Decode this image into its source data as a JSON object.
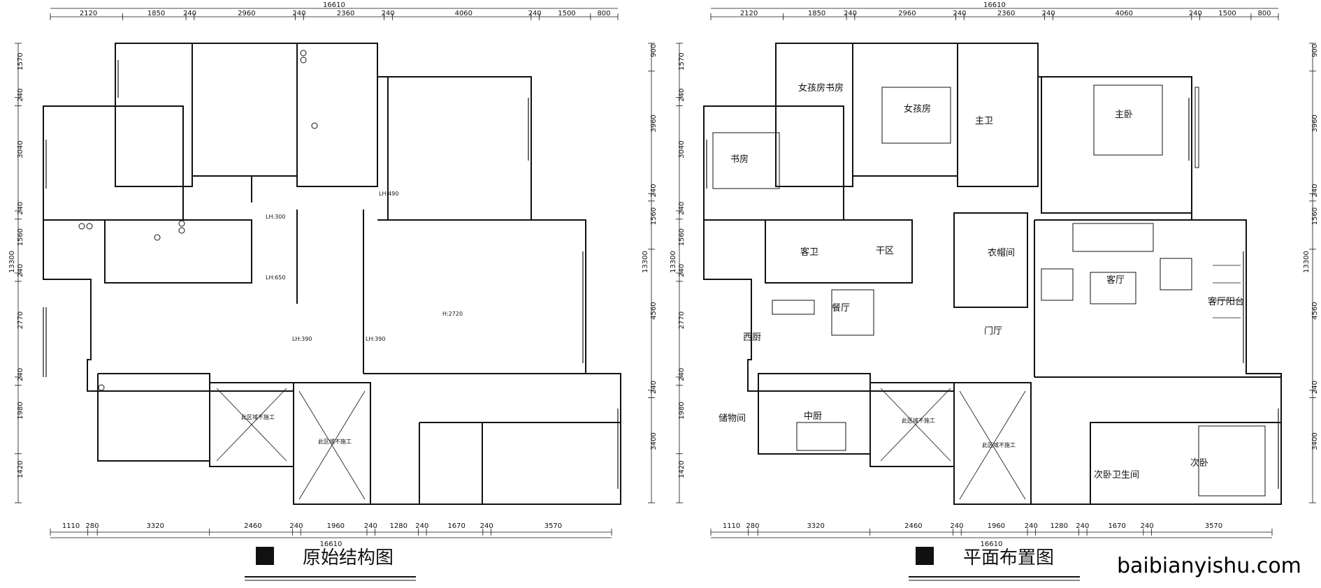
{
  "left_plan": {
    "title": "原始结构图",
    "top_total": "16610",
    "top_dims": [
      "2120",
      "1850",
      "240",
      "2960",
      "240",
      "2360",
      "240",
      "4060",
      "240",
      "1500",
      "800"
    ],
    "bottom_total": "16610",
    "bottom_dims": [
      "1110",
      "280",
      "3320",
      "2460",
      "240",
      "1960",
      "240",
      "1280",
      "240",
      "1670",
      "240",
      "3570"
    ],
    "left_total": "13300",
    "left_dims": [
      "1570",
      "240",
      "3040",
      "240",
      "1560",
      "240",
      "2770",
      "240",
      "1980",
      "1420"
    ],
    "right_total": "13300",
    "right_dims": [
      "900",
      "3960",
      "240",
      "1560",
      "4560",
      "240",
      "3400"
    ],
    "labels": [
      "LH:490",
      "LH:300",
      "LH:650",
      "H:2720",
      "LH:390",
      "LH:390",
      "此区域不施工",
      "此区域不施工"
    ]
  },
  "right_plan": {
    "title": "平面布置图",
    "top_total": "16610",
    "top_dims": [
      "2120",
      "1850",
      "240",
      "2960",
      "240",
      "2360",
      "240",
      "4060",
      "240",
      "1500",
      "800"
    ],
    "bottom_total": "16610",
    "bottom_dims": [
      "1110",
      "280",
      "3320",
      "2460",
      "240",
      "1960",
      "240",
      "1280",
      "240",
      "1670",
      "240",
      "3570"
    ],
    "left_total": "13300",
    "left_dims": [
      "1570",
      "240",
      "3040",
      "240",
      "1560",
      "240",
      "2770",
      "240",
      "1980",
      "1420"
    ],
    "right_total": "13300",
    "right_dims": [
      "900",
      "3960",
      "240",
      "1560",
      "4560",
      "240",
      "3400"
    ],
    "rooms": [
      "女孩房书房",
      "女孩房",
      "主卫",
      "主卧",
      "书房",
      "客卫",
      "干区",
      "衣帽间",
      "客厅",
      "客厅阳台",
      "餐厅",
      "西厨",
      "门厅",
      "储物间",
      "中厨",
      "次卧卫生间",
      "次卧",
      "此区域不施工",
      "此区域不施工"
    ]
  },
  "watermark": "baibianyishu.com",
  "colors": {
    "ink": "#111111",
    "paper": "#ffffff"
  }
}
